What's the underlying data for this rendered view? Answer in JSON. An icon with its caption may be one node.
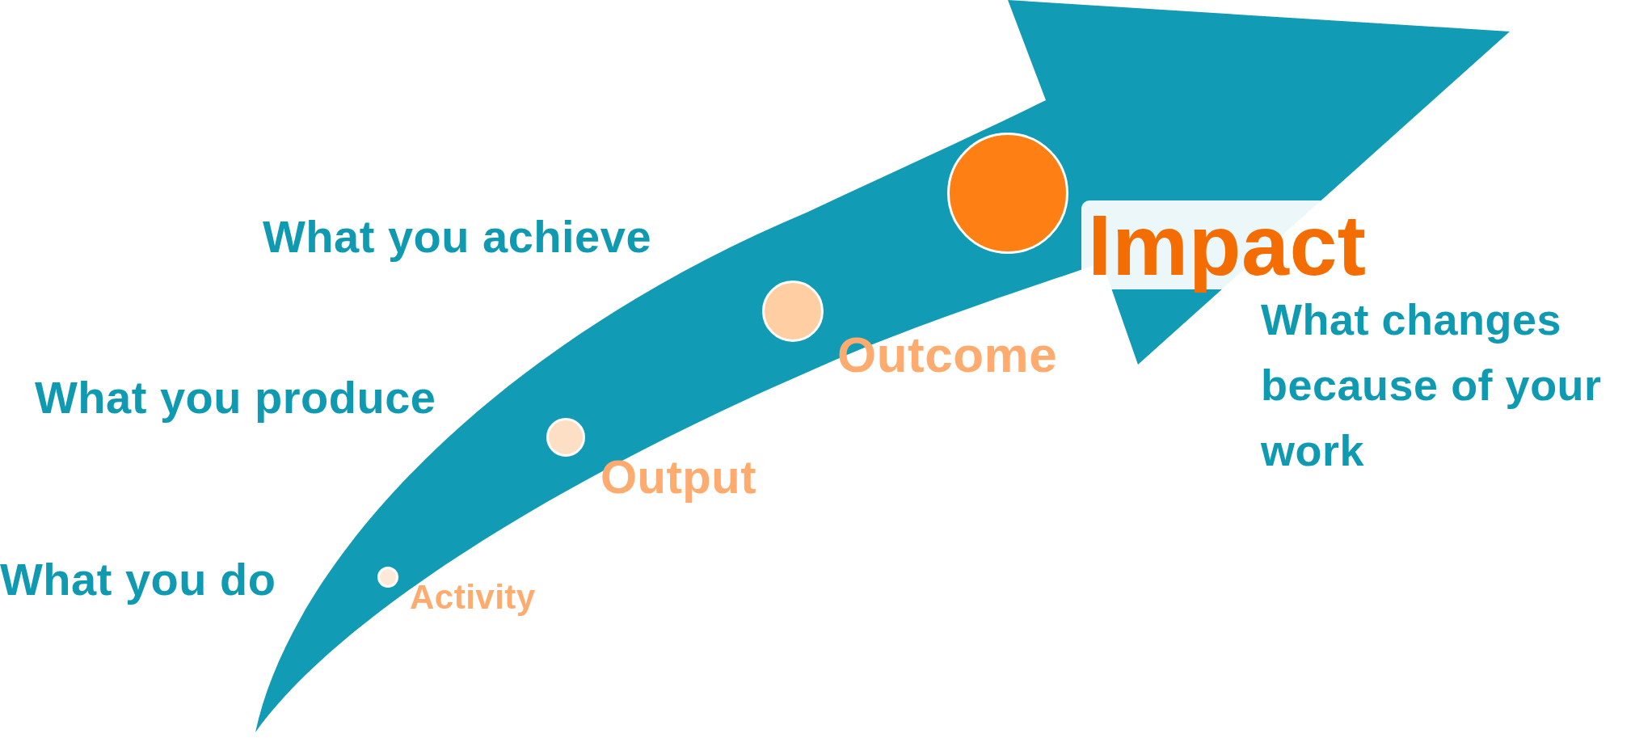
{
  "diagram": {
    "nodes": [
      {
        "text": [],
        "shape": "circle",
        "beside": [
          "Activity"
        ]
      },
      {
        "text": [],
        "shape": "circle",
        "beside": [
          "Output"
        ]
      },
      {
        "text": [],
        "shape": "circle",
        "beside": [
          "Outcome"
        ]
      },
      {
        "text": [],
        "shape": "circle",
        "beside": [
          "Impact"
        ]
      }
    ],
    "labels": [
      "What you achieve",
      "What changes because of your work",
      "What you produce",
      "What you do"
    ]
  }
}
